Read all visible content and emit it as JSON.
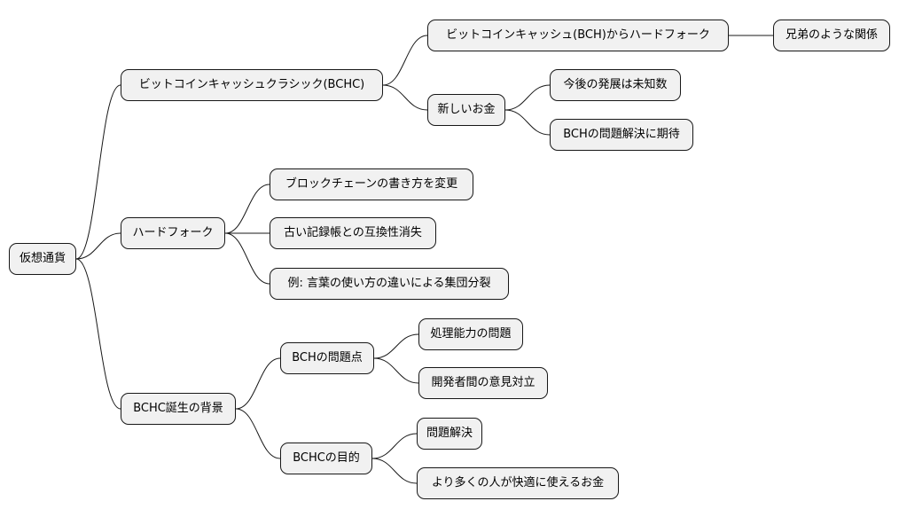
{
  "mindmap": {
    "root": "仮想通貨",
    "bchc": {
      "label": "ビットコインキャッシュクラシック(BCHC)",
      "fork_from_bch": "ビットコインキャッシュ(BCH)からハードフォーク",
      "siblings": "兄弟のような関係",
      "new_money": "新しいお金",
      "future_unknown": "今後の発展は未知数",
      "bch_hope": "BCHの問題解決に期待"
    },
    "hardfork": {
      "label": "ハードフォーク",
      "change_method": "ブロックチェーンの書き方を変更",
      "no_compat": "古い記録帳との互換性消失",
      "example": "例: 言葉の使い方の違いによる集団分裂"
    },
    "background": {
      "label": "BCHC誕生の背景",
      "bch_issues": "BCHの問題点",
      "capacity": "処理能力の問題",
      "dev_conflict": "開発者間の意見対立",
      "bchc_goal": "BCHCの目的",
      "problem_solving": "問題解決",
      "more_people": "より多くの人が快適に使えるお金"
    }
  }
}
